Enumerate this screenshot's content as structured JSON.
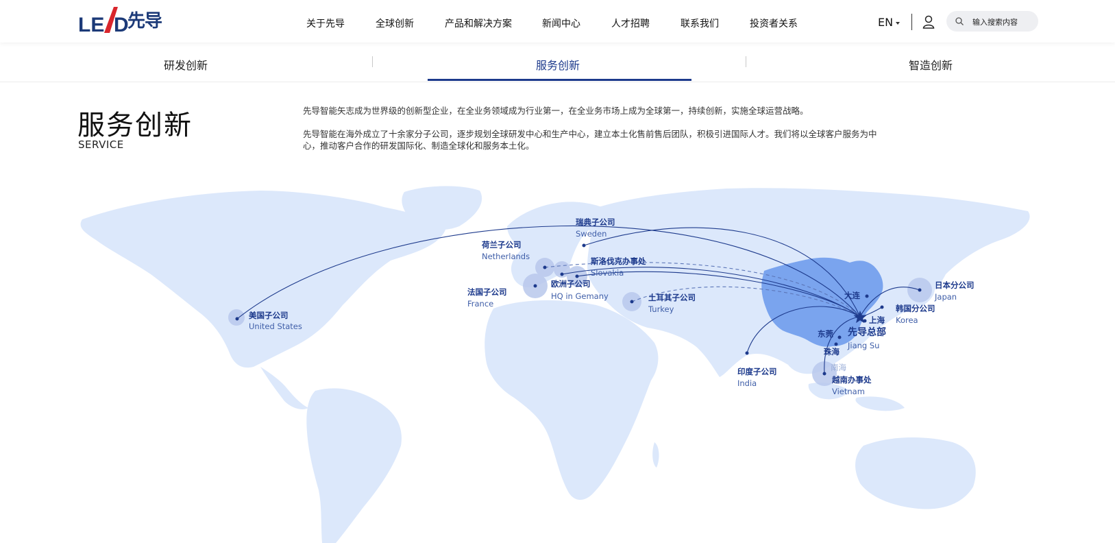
{
  "brand": {
    "logo_text": "LEAD",
    "logo_cn": "先导"
  },
  "nav": {
    "items": [
      "关于先导",
      "全球创新",
      "产品和解决方案",
      "新闻中心",
      "人才招聘",
      "联系我们",
      "投资者关系"
    ]
  },
  "lang": "EN",
  "search": {
    "placeholder": "输入搜索内容"
  },
  "subnav": {
    "tabs": [
      "研发创新",
      "服务创新",
      "智造创新"
    ],
    "active": "服务创新"
  },
  "page": {
    "title": "服务创新",
    "subtitle": "SERVICE",
    "para1": "先导智能矢志成为世界级的创新型企业，在全业务领域成为行业第一，在全业务市场上成为全球第一，持续创新，实施全球运营战略。",
    "para2_line1": "先导智能在海外成立了十余家分子公司，逐步规划全球研发中心和生产中心，建立本土化售前售后团队，积极引进国际人才。我们将以全球客户服务为中",
    "para2_line2": "心，推动客户合作的研发国际化、制造全球化和服务本土化。"
  },
  "map": {
    "hq": {
      "cn": "先导总部",
      "en": "Jiang Su"
    },
    "offices": [
      {
        "id": "us",
        "cn": "美国子公司",
        "en": "United States"
      },
      {
        "id": "se",
        "cn": "瑞典子公司",
        "en": "Sweden"
      },
      {
        "id": "nl",
        "cn": "荷兰子公司",
        "en": "Netherlands"
      },
      {
        "id": "sk",
        "cn": "斯洛伐克办事处",
        "en": "Slovakia"
      },
      {
        "id": "de",
        "cn": "欧洲子公司",
        "en": "HQ in Gemany"
      },
      {
        "id": "fr",
        "cn": "法国子公司",
        "en": "France"
      },
      {
        "id": "tr",
        "cn": "土耳其子公司",
        "en": "Turkey"
      },
      {
        "id": "jp",
        "cn": "日本分公司",
        "en": "Japan"
      },
      {
        "id": "kr",
        "cn": "韩国分公司",
        "en": "Korea"
      },
      {
        "id": "in",
        "cn": "印度子公司",
        "en": "India"
      },
      {
        "id": "vn",
        "cn": "越南办事处",
        "en": "Vietnam"
      }
    ],
    "cities": [
      "大连",
      "上海",
      "东莞",
      "珠海",
      "南海"
    ],
    "colors": {
      "land": "#dce8fb",
      "china": "#7aa4ee",
      "line": "#1d3a8c",
      "halo": "#b9c8ec"
    }
  }
}
